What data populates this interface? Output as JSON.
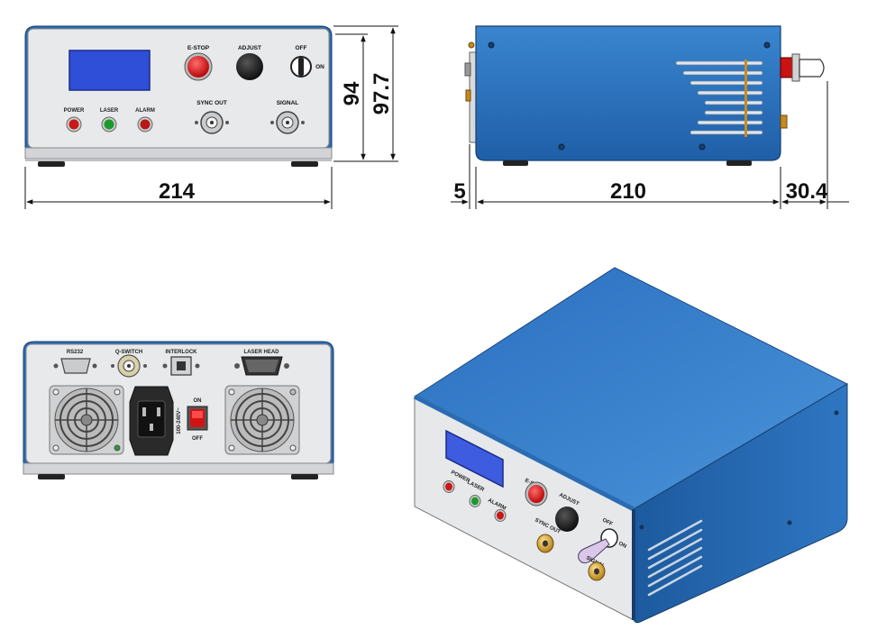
{
  "dimensions": {
    "width": "214",
    "height": "94",
    "height_total": "97.7",
    "offset_left": "5",
    "depth": "210",
    "protrusion": "30.4"
  },
  "front_panel": {
    "estop": "E-STOP",
    "adjust": "ADJUST",
    "off": "OFF",
    "on": "ON",
    "power": "POWER",
    "laser": "LASER",
    "alarm": "ALARM",
    "sync_out": "SYNC OUT",
    "signal": "SIGNAL"
  },
  "rear_panel": {
    "rs232": "RS232",
    "qswitch": "Q-SWITCH",
    "interlock": "INTERLOCK",
    "laser_head": "LASER HEAD",
    "voltage": "100-240V~",
    "on": "ON",
    "off": "OFF"
  },
  "iso_panel": {
    "power": "POWER",
    "laser": "LASER",
    "alarm": "ALARM",
    "estop": "E-STOP",
    "adjust": "ADJUST",
    "sync_out": "SYNC OUT",
    "off": "OFF",
    "on": "ON",
    "signal": "SIGNAL"
  },
  "colors": {
    "blue_body": "#3b7fc4",
    "panel": "#e6e8ea",
    "lcd": "#2f4fd8",
    "estop": "#e01818"
  }
}
